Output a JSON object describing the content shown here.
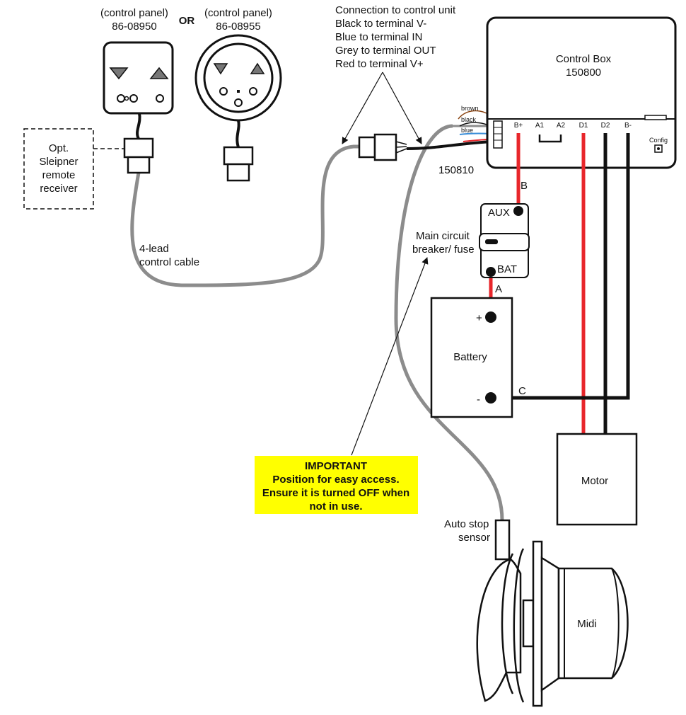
{
  "panels": {
    "panel1_caption": "(control panel)",
    "panel1_number": "86-08950",
    "or_label": "OR",
    "panel2_caption": "(control panel)",
    "panel2_number": "86-08955"
  },
  "receiver": {
    "line1": "Opt.",
    "line2": "Sleipner",
    "line3": "remote",
    "line4": "receiver"
  },
  "cable": {
    "line1": "4-lead",
    "line2": "control cable"
  },
  "connection_note": {
    "line1": "Connection to control unit",
    "line2": "Black to terminal V-",
    "line3": "Blue to terminal IN",
    "line4": "Grey to terminal OUT",
    "line5": "Red to terminal V+"
  },
  "wire_colors": {
    "brown": "brown",
    "black": "black",
    "blue": "blue"
  },
  "harness_part": "150810",
  "control_box": {
    "title": "Control Box",
    "part": "150800",
    "terminals": [
      "B+",
      "A1",
      "A2",
      "D1",
      "D2",
      "B-"
    ],
    "config": "Config"
  },
  "breaker": {
    "caption_line1": "Main circuit",
    "caption_line2": "breaker/ fuse",
    "aux": "AUX",
    "bat": "BAT"
  },
  "wire_labels": {
    "a": "A",
    "b": "B",
    "c": "C"
  },
  "battery": {
    "label": "Battery",
    "plus": "+",
    "minus": "-"
  },
  "motor": "Motor",
  "important": {
    "title": "IMPORTANT",
    "line1": "Position for easy access.",
    "line2": "Ensure it is turned OFF when",
    "line3": "not in use."
  },
  "sensor": {
    "line1": "Auto stop",
    "line2": "sensor"
  },
  "winch": "Midi",
  "colors": {
    "red_wire": "#e8262b",
    "grey_cable": "#8c8c8c",
    "highlight": "#ffff00",
    "blue_wire": "#3a8ed8"
  }
}
